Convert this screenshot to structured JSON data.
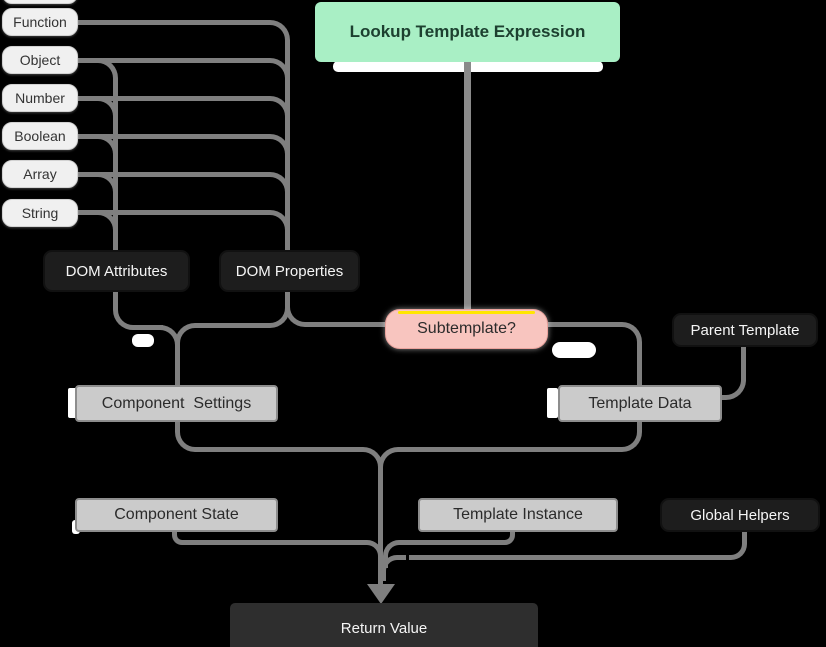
{
  "diagram_title": "Lookup Template Expression flowchart",
  "colors": {
    "background": "#000000",
    "connector": "#7f7f7f",
    "type_node_bg": "#f0f0f0",
    "dark_node_bg": "#1d1d1d",
    "gray_node_bg": "#cbcbcb",
    "green_node_bg": "#a9efc5",
    "pink_node_bg": "#f8c5bf",
    "yellow_accent": "#ffe600",
    "return_node_bg": "#2e2e2e"
  },
  "nodes": {
    "types": [
      "Function",
      "Object",
      "Number",
      "Boolean",
      "Array",
      "String"
    ],
    "lookup": "Lookup Template Expression",
    "dom_attributes": "DOM Attributes",
    "dom_properties": "DOM Properties",
    "subtemplate": "Subtemplate?",
    "parent_template": "Parent Template",
    "component_settings": "Component  Settings",
    "template_data": "Template Data",
    "component_state": "Component State",
    "template_instance": "Template Instance",
    "global_helpers": "Global Helpers",
    "return_value": "Return Value"
  }
}
